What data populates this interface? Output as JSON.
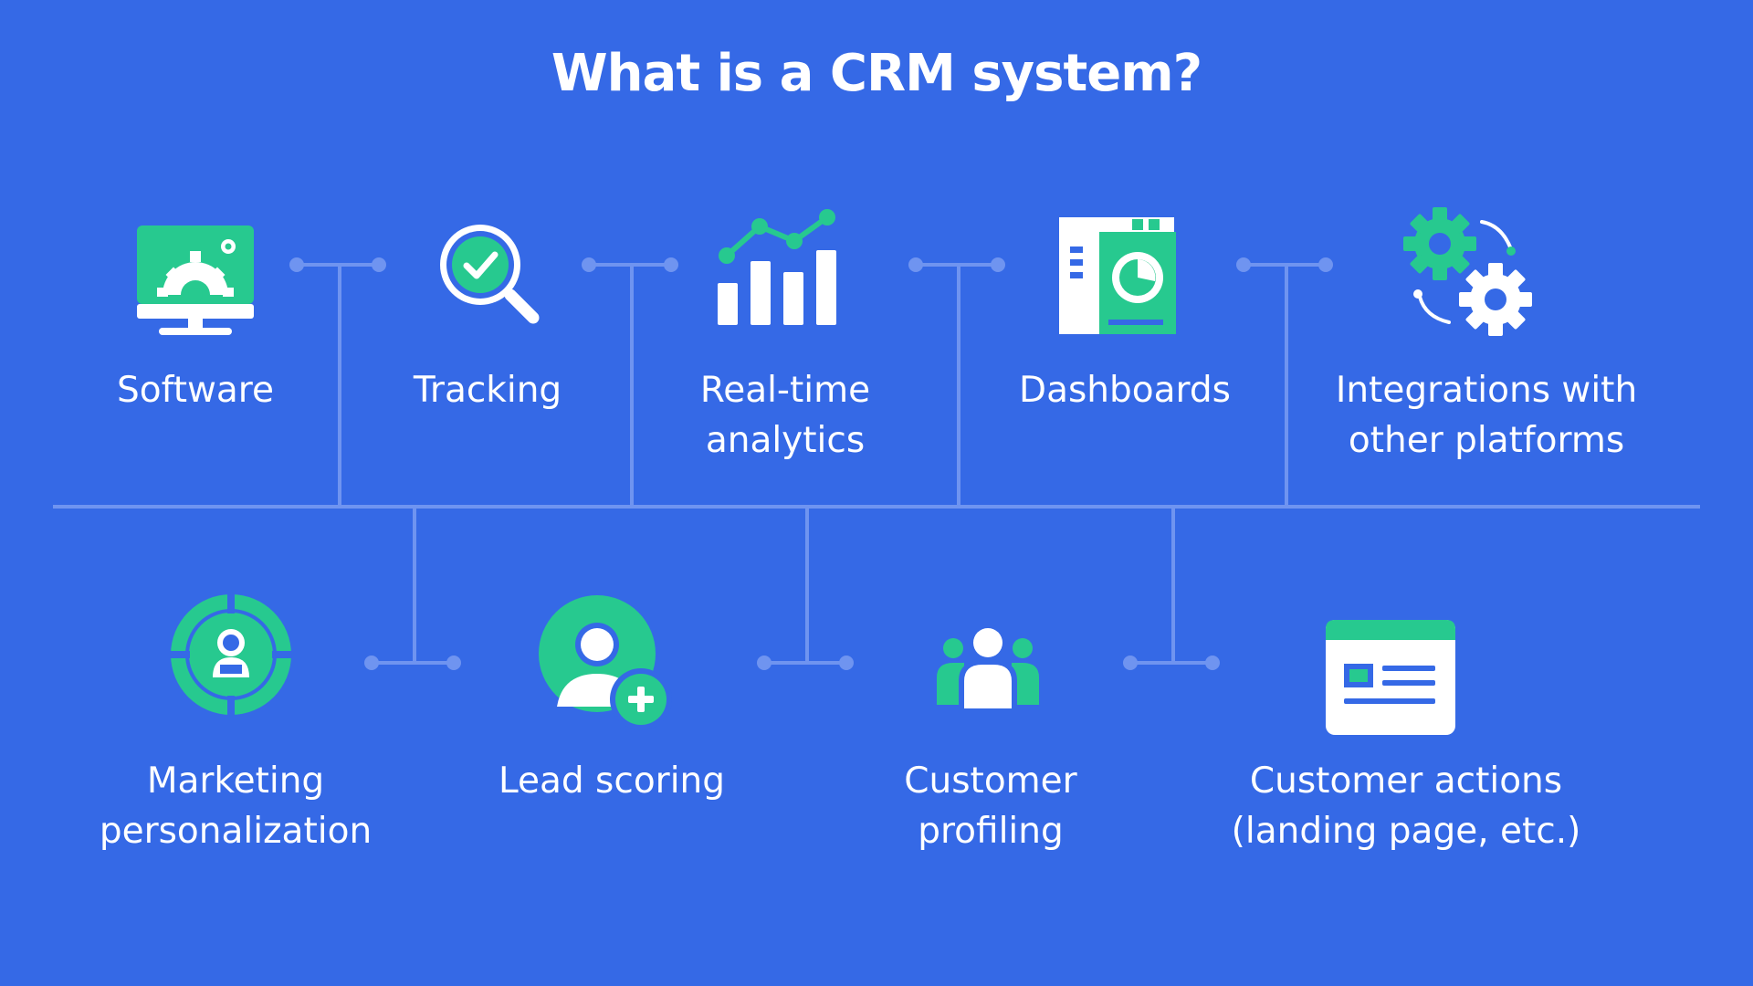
{
  "title": "What is a CRM system?",
  "colors": {
    "background": "#3569e6",
    "accent": "#27c98f",
    "connector": "#6f94f0",
    "text": "#ffffff"
  },
  "features_top": [
    {
      "icon": "monitor-gear-icon",
      "lines": [
        "Software"
      ]
    },
    {
      "icon": "magnifier-check-icon",
      "lines": [
        "Tracking"
      ]
    },
    {
      "icon": "bar-chart-trend-icon",
      "lines": [
        "Real-time",
        "analytics"
      ]
    },
    {
      "icon": "dashboard-panel-icon",
      "lines": [
        "Dashboards"
      ]
    },
    {
      "icon": "gears-sync-icon",
      "lines": [
        "Integrations with",
        "other platforms"
      ]
    }
  ],
  "features_bottom": [
    {
      "icon": "target-person-icon",
      "lines": [
        "Marketing",
        "personalization"
      ]
    },
    {
      "icon": "user-add-icon",
      "lines": [
        "Lead scoring"
      ]
    },
    {
      "icon": "user-group-icon",
      "lines": [
        "Customer",
        "profiling"
      ]
    },
    {
      "icon": "landing-page-icon",
      "lines": [
        "Customer actions",
        "(landing page, etc.)"
      ]
    }
  ]
}
